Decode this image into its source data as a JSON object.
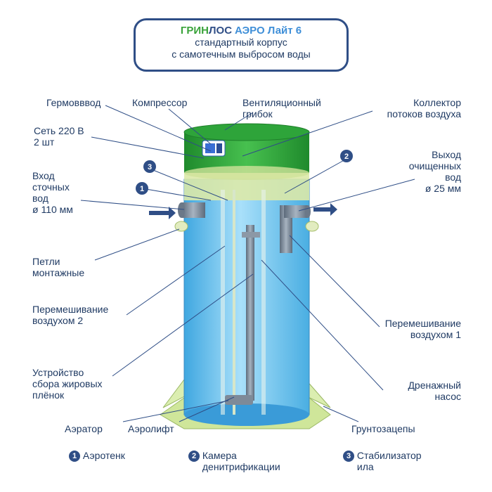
{
  "title": {
    "brand_green": "ГРИН",
    "brand_blue": "ЛОС",
    "model": "АЭРО Лайт 6",
    "line2": "стандартный корпус",
    "line3": "с самотечным выбросом воды"
  },
  "labels": {
    "germovvod": "Гермовввод",
    "compressor": "Компрессор",
    "vent": "Вентиляционный\nгрибок",
    "collector": "Коллектор\nпотоков воздуха",
    "set220": "Сеть 220 В\n2 шт",
    "vyhod": "Выход\nочищенных\nвод\nø 25 мм",
    "vhod": "Вход\nсточных\nвод\nø 110 мм",
    "petli": "Петли\nмонтажные",
    "peremesh2": "Перемешивание\nвоздухом 2",
    "peremesh1": "Перемешивание\nвоздухом 1",
    "ustroystvo": "Устройство\nсбора жировых\nплёнок",
    "drenazh": "Дренажный\nнасос",
    "aerator": "Аэратор",
    "aerolift": "Аэролифт",
    "gruntozacepy": "Грунтозацепы"
  },
  "markers": [
    "1",
    "2",
    "3"
  ],
  "legend": [
    {
      "num": "1",
      "text": "Аэротенк"
    },
    {
      "num": "2",
      "text": "Камера\nденитрификации"
    },
    {
      "num": "3",
      "text": "Стабилизатор\nила"
    }
  ],
  "colors": {
    "lid_green": "#2ea43a",
    "tank_blue": "#6cc4ef",
    "top_band": "#dbe9a8",
    "base": "#cfe69a",
    "label": "#1f3a63",
    "arrow": "#2f4e86"
  }
}
